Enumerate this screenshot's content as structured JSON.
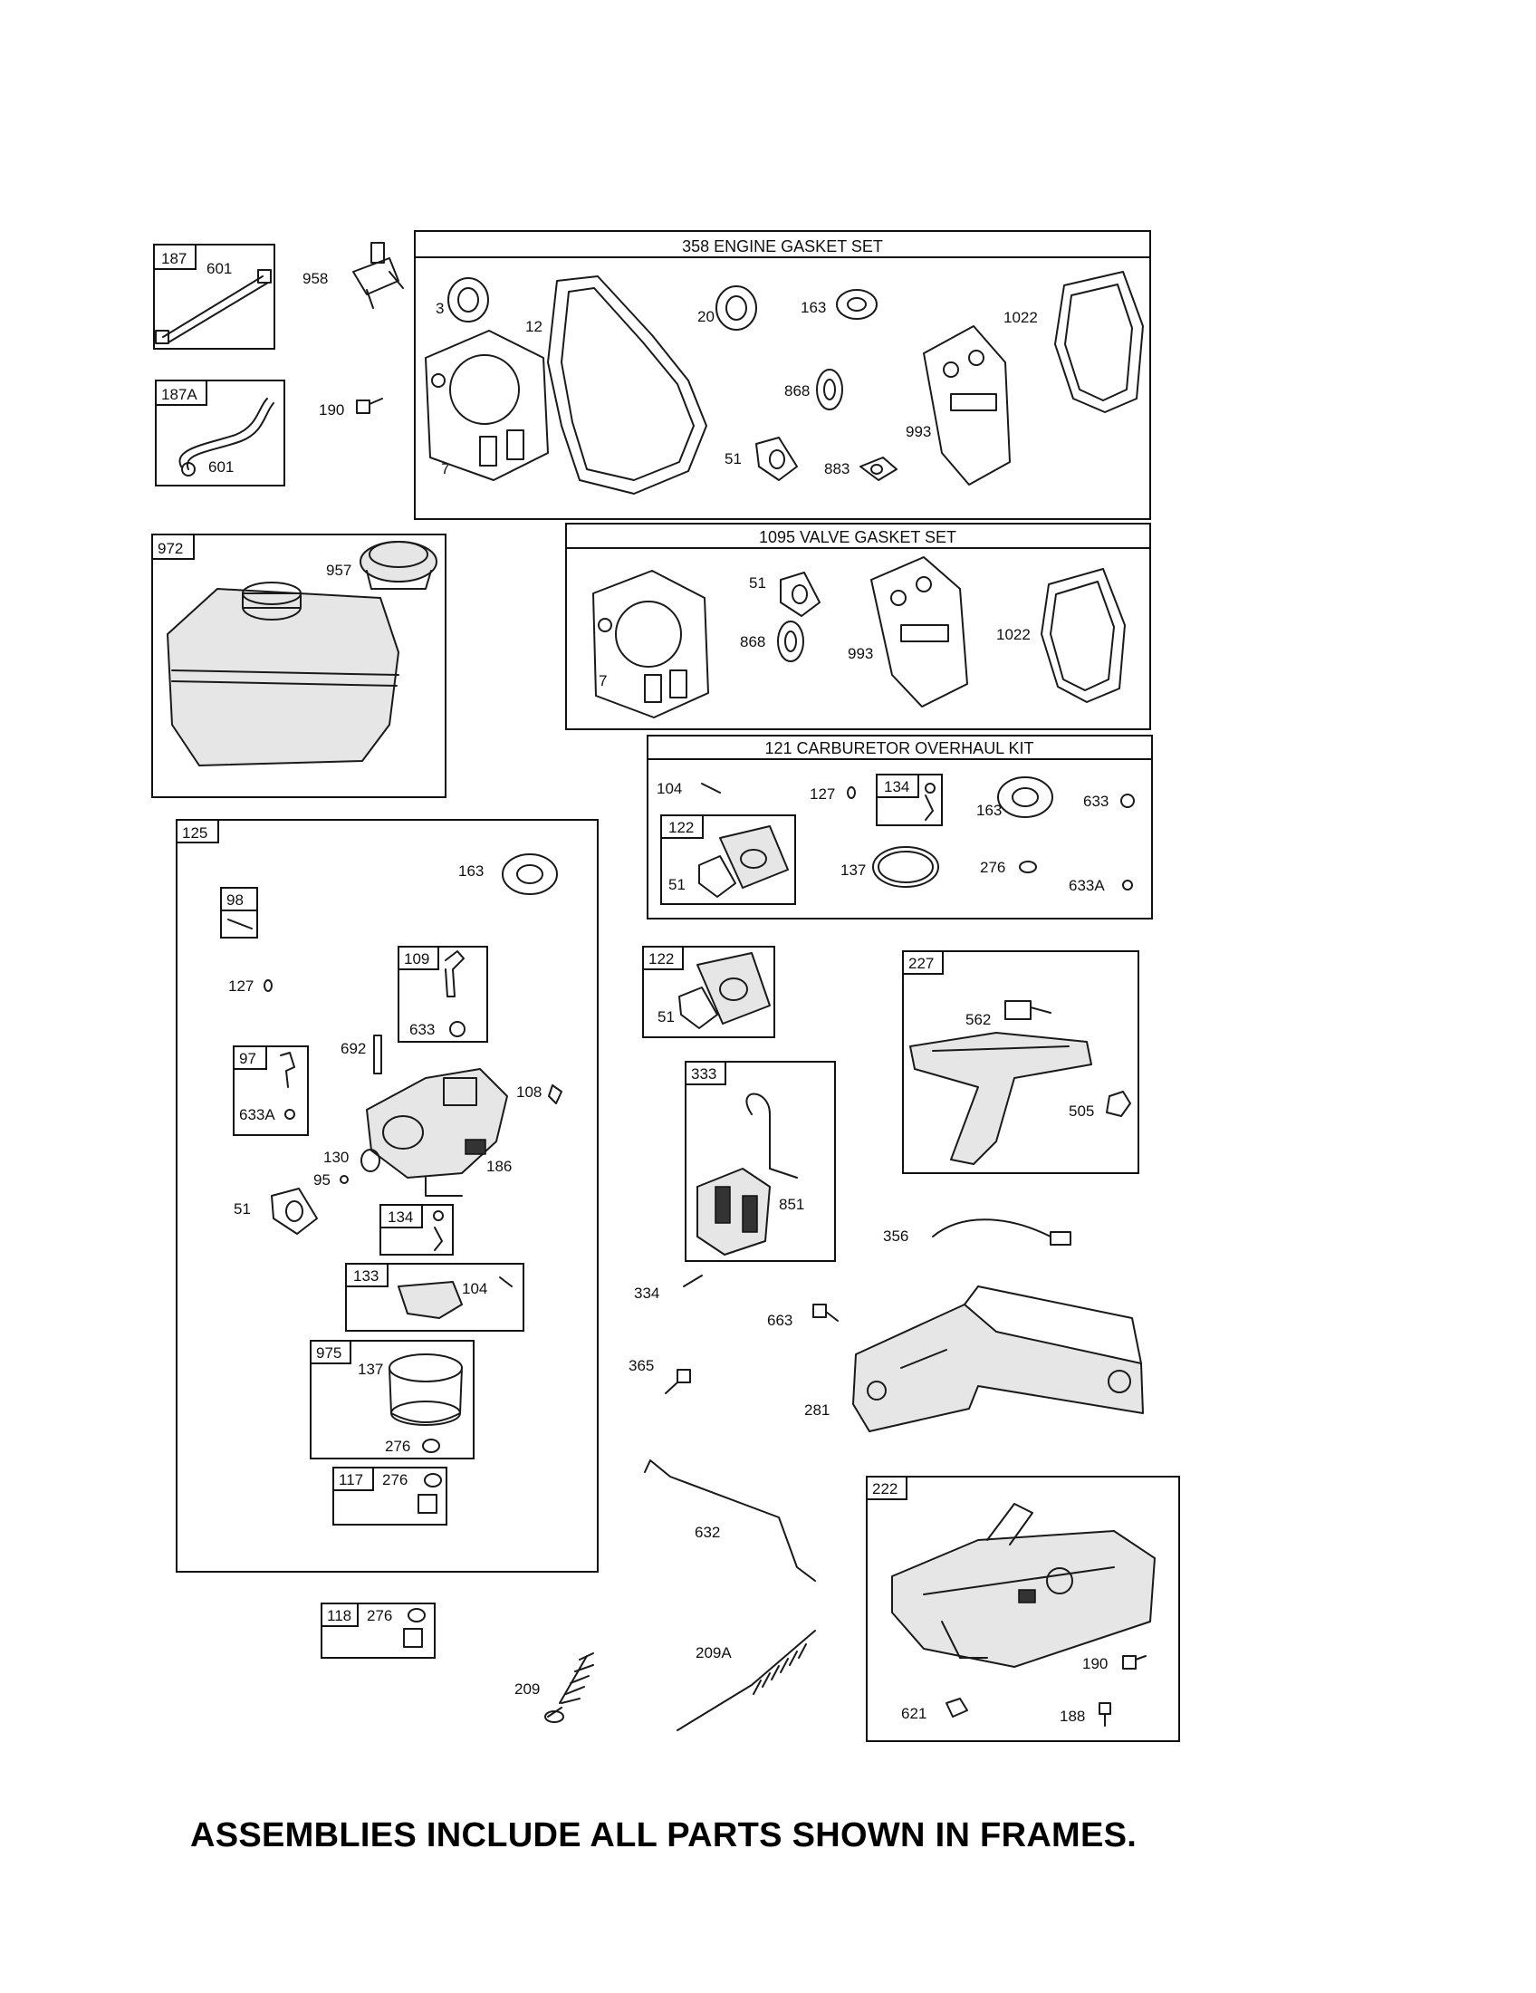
{
  "frames": {
    "engine_gasket_set": {
      "title": "358 ENGINE GASKET SET",
      "parts": [
        "3",
        "12",
        "20",
        "163",
        "1022",
        "7",
        "868",
        "993",
        "51",
        "883"
      ]
    },
    "valve_gasket_set": {
      "title": "1095 VALVE GASKET SET",
      "parts": [
        "51",
        "868",
        "993",
        "1022",
        "7"
      ]
    },
    "carburetor_overhaul_kit": {
      "title": "121 CARBURETOR OVERHAUL KIT",
      "parts": [
        "104",
        "127",
        "134",
        "163",
        "633",
        "122",
        "51",
        "137",
        "276",
        "633A"
      ]
    }
  },
  "labels": {
    "t187": "187",
    "l601a": "601",
    "l958": "958",
    "t187A": "187A",
    "l190a": "190",
    "l601b": "601",
    "eg3": "3",
    "eg12": "12",
    "eg20": "20",
    "eg163": "163",
    "eg1022": "1022",
    "eg868": "868",
    "eg993": "993",
    "eg7": "7",
    "eg51": "51",
    "eg883": "883",
    "t972": "972",
    "l957": "957",
    "vg51": "51",
    "vg868": "868",
    "vg993": "993",
    "vg1022": "1022",
    "vg7": "7",
    "ck104": "104",
    "ck127": "127",
    "ck134": "134",
    "ck163": "163",
    "ck633": "633",
    "ck122": "122",
    "ck51": "51",
    "ck137": "137",
    "ck276": "276",
    "ck633A": "633A",
    "t125": "125",
    "l163b": "163",
    "t98": "98",
    "l127b": "127",
    "t109": "109",
    "l633b": "633",
    "l692": "692",
    "t97": "97",
    "l633Ab": "633A",
    "l108": "108",
    "l130": "130",
    "l95": "95",
    "l186": "186",
    "l51c": "51",
    "t134b": "134",
    "t133": "133",
    "l104b": "104",
    "t975": "975",
    "l137b": "137",
    "l276b": "276",
    "t117": "117",
    "l276c": "276",
    "t118": "118",
    "l276d": "276",
    "t122b": "122",
    "l51d": "51",
    "t333": "333",
    "l851": "851",
    "t227": "227",
    "l562": "562",
    "l505": "505",
    "l356": "356",
    "l334": "334",
    "l663": "663",
    "l365": "365",
    "l281": "281",
    "l632": "632",
    "t222": "222",
    "l209A": "209A",
    "l209": "209",
    "l190b": "190",
    "l621": "621",
    "l188": "188"
  },
  "footer": "ASSEMBLIES INCLUDE ALL PARTS SHOWN IN FRAMES."
}
